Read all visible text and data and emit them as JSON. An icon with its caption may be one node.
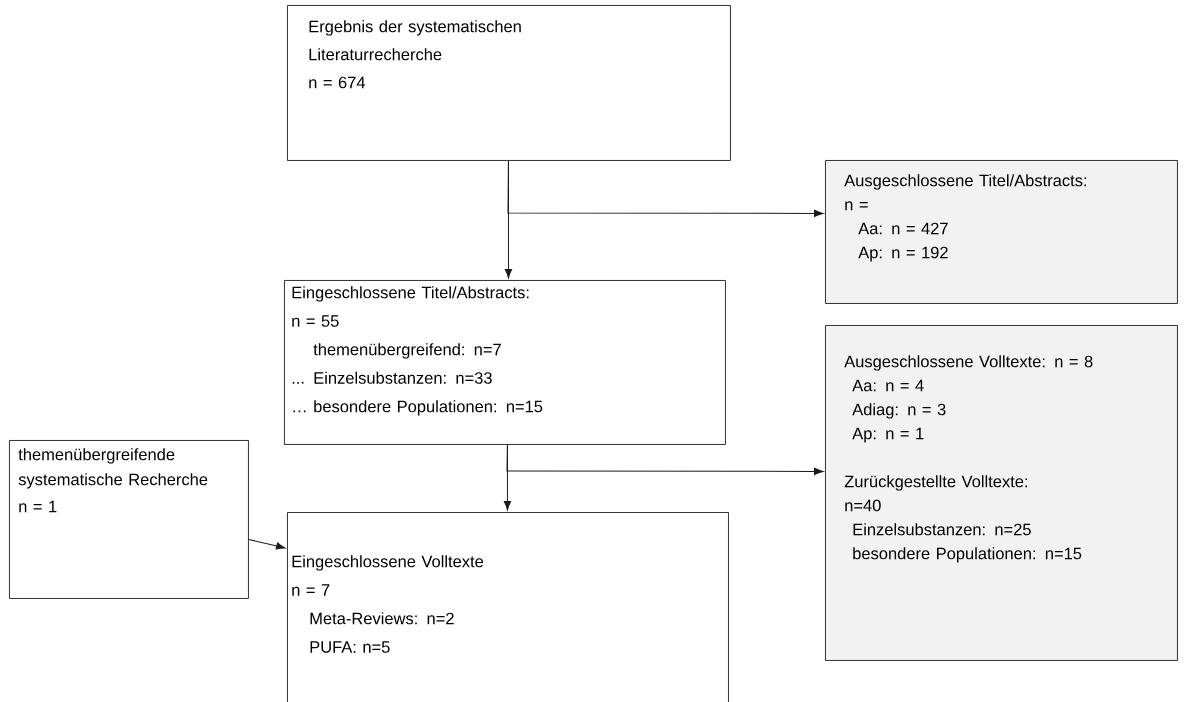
{
  "diagram": {
    "nodes": [
      {
        "text": [
          "Ergebnis der systematischen Literaturrecherche",
          "n = 674"
        ]
      },
      {
        "text": [
          "Ausgeschlossene Titel/Abstracts:",
          "n =",
          "Aa: n = 427",
          "Ap: n = 192"
        ]
      },
      {
        "text": [
          "Eingeschlossene Titel/Abstracts:",
          "n = 55",
          "themenübergreifend: n=7",
          "... Einzelsubstanzen: n=33",
          "… besondere Populationen: n=15"
        ]
      },
      {
        "text": [
          "Ausgeschlossene Volltexte: n = 8",
          "Aa: n = 4",
          "Adiag: n = 3",
          "Ap: n = 1",
          "Zurückgestellte Volltexte:",
          "n=40",
          "Einzelsubstanzen: n=25",
          "besondere Populationen: n=15"
        ]
      },
      {
        "text": [
          "themenübergreifende systematische Recherche",
          "n = 1"
        ]
      },
      {
        "text": [
          "Eingeschlossene Volltexte",
          "n = 7",
          "Meta-Reviews: n=2",
          "PUFA: n=5"
        ]
      }
    ],
    "edges": [
      {
        "from": 0,
        "to": 2,
        "arrow": "to"
      },
      {
        "from": 0,
        "to": 1,
        "arrow": "to"
      },
      {
        "from": 2,
        "to": 5,
        "arrow": "to"
      },
      {
        "from": 2,
        "to": 3,
        "arrow": "to"
      },
      {
        "from": 4,
        "to": 5,
        "arrow": "to"
      }
    ]
  }
}
